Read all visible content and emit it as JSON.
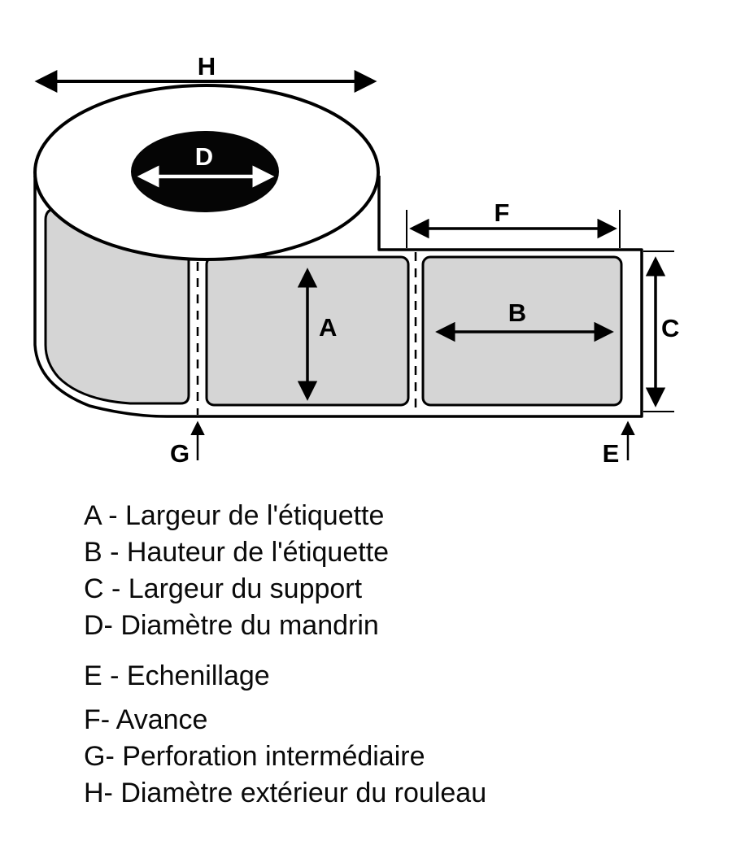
{
  "diagram": {
    "dimension_labels": {
      "A": "A",
      "B": "B",
      "C": "C",
      "D": "D",
      "E": "E",
      "F": "F",
      "G": "G",
      "H": "H"
    },
    "colors": {
      "label_fill": "#d5d5d5",
      "core_fill": "#050505",
      "line": "#000000",
      "background": "#ffffff"
    }
  },
  "legend": {
    "items": [
      "A - Largeur de l'étiquette",
      "B - Hauteur de l'étiquette",
      "C - Largeur du support",
      "D- Diamètre du mandrin",
      "E - Echenillage",
      "F- Avance",
      "G- Perforation intermédiaire",
      "H- Diamètre extérieur du rouleau"
    ]
  }
}
